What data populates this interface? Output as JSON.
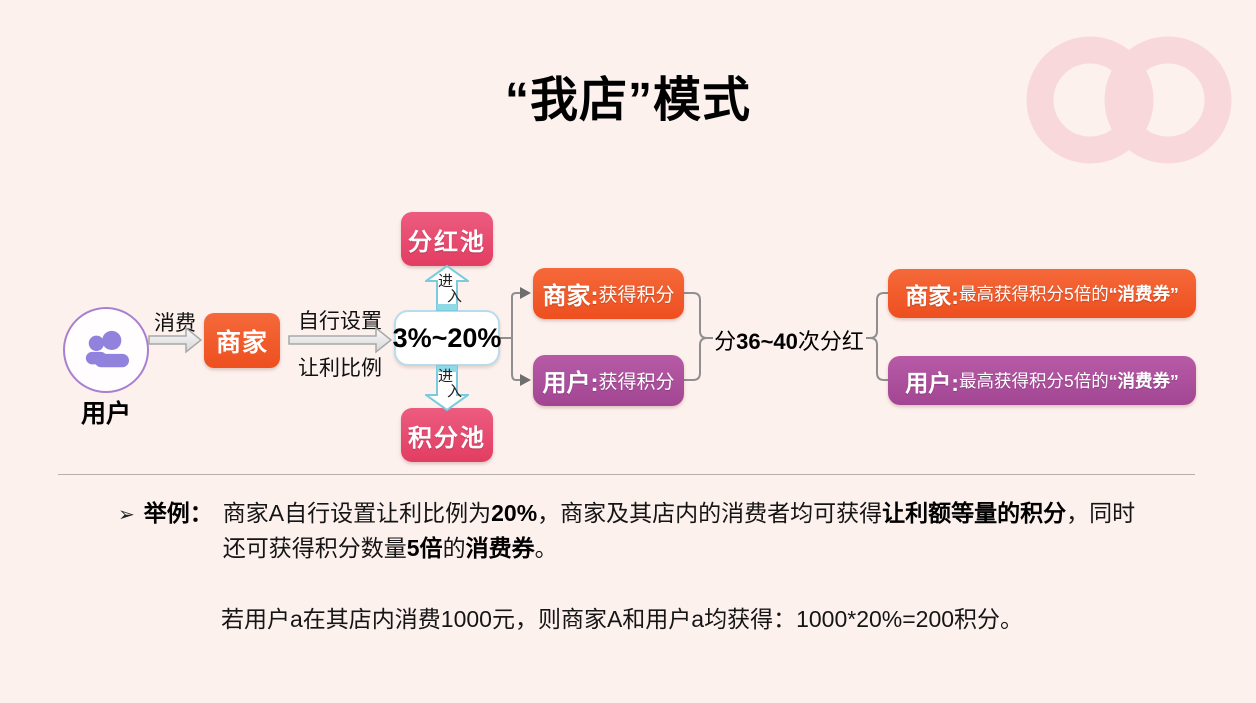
{
  "title": "“我店”模式",
  "colors": {
    "background": "#fdf1ee",
    "orange": "#f2572b",
    "pink": "#e8486e",
    "purple": "#ad509c",
    "cyan_arrow": "#79cbdd",
    "ratio_border": "#b9dcec",
    "icon_purple": "#9182dd",
    "avatar_border": "#a97fd0",
    "connector_gray": "#8f8f8f",
    "logo_pink": "#f8d8da"
  },
  "flow": {
    "user_label": "用户",
    "consume_label": "消费",
    "merchant": "商家",
    "set_label_line1": "自行设置",
    "set_label_line2": "让利比例",
    "ratio": "3%~20%",
    "dividend_pool": "分红池",
    "points_pool": "积分池",
    "enter_up": {
      "char1": "进",
      "char2": "入"
    },
    "enter_down": {
      "char1": "进",
      "char2": "入"
    },
    "merchant_gain": {
      "name": "商家:",
      "desc": "获得积分"
    },
    "user_gain": {
      "name": "用户:",
      "desc": "获得积分"
    },
    "dividend_rounds": {
      "pre": "分",
      "bold": "36~40",
      "post": "次分红"
    },
    "merchant_coupon": {
      "name": "商家:",
      "pre": "最高获得积分5倍的",
      "bold": "“消费券”"
    },
    "user_coupon": {
      "name": "用户:",
      "pre": "最高获得积分5倍的",
      "bold": "“消费券”"
    }
  },
  "example": {
    "bullet": "➢",
    "label": "举例：",
    "line1": [
      {
        "t": "商家A自行设置让利比例为"
      },
      {
        "t": "20%"
      },
      {
        "t": "，商家及其店内的消费者均可获得"
      },
      {
        "t": "让利额等量的积分"
      },
      {
        "t": "，同时"
      }
    ],
    "line2": [
      {
        "t": "还可获得积分数量"
      },
      {
        "t": "5倍"
      },
      {
        "t": "的"
      },
      {
        "t": "消费券"
      },
      {
        "t": "。"
      }
    ],
    "line3": "若用户a在其店内消费1000元，则商家A和用户a均获得：1000*20%=200积分。"
  }
}
